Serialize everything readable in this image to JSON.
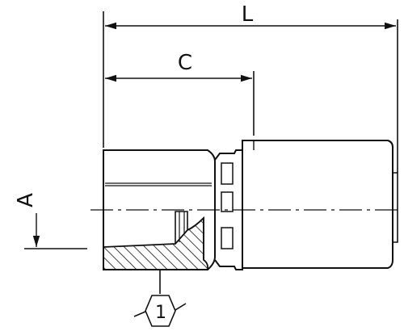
{
  "drawing": {
    "dimensions": {
      "overall_length_label": "L",
      "c_length_label": "C",
      "a_size_label": "A"
    },
    "callout": {
      "number": "1"
    },
    "colors": {
      "line": "#111111",
      "background": "#ffffff"
    }
  }
}
